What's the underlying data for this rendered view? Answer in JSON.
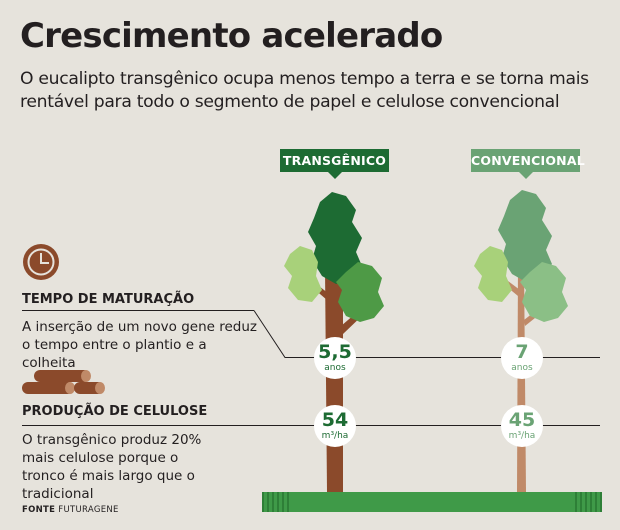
{
  "title": "Crescimento acelerado",
  "subtitle": "O eucalipto transgênico ocupa menos tempo a terra e se torna mais rentável para todo o segmento de papel e celulose convencional",
  "labels": {
    "transgenic": "TRANSGÊNICO",
    "conventional": "CONVENCIONAL"
  },
  "maturation": {
    "title": "TEMPO DE MATURAÇÃO",
    "text": "A inserção de um novo gene reduz o tempo entre o plantio e a colheita",
    "transgenic_value": "5,5",
    "conventional_value": "7",
    "unit": "anos",
    "icon": "clock-icon"
  },
  "cellulose": {
    "title": "PRODUÇÃO DE CELULOSE",
    "text": "O transgênico produz 20% mais celulose porque o tronco é mais largo que o tradicional",
    "transgenic_value": "54",
    "conventional_value": "45",
    "unit": "m³/ha",
    "icon": "logs-icon"
  },
  "source": {
    "label": "FONTE",
    "name": "FUTURAGENE"
  },
  "colors": {
    "background": "#e6e3dc",
    "transgenic_green": "#1d6b33",
    "conventional_green": "#6aa374",
    "leaf_light": "#a8d17a",
    "leaf_mid": "#4e9a46",
    "trunk_brown": "#8b4a2b",
    "trunk_light": "#c08a68",
    "ground": "#3f9a48"
  }
}
